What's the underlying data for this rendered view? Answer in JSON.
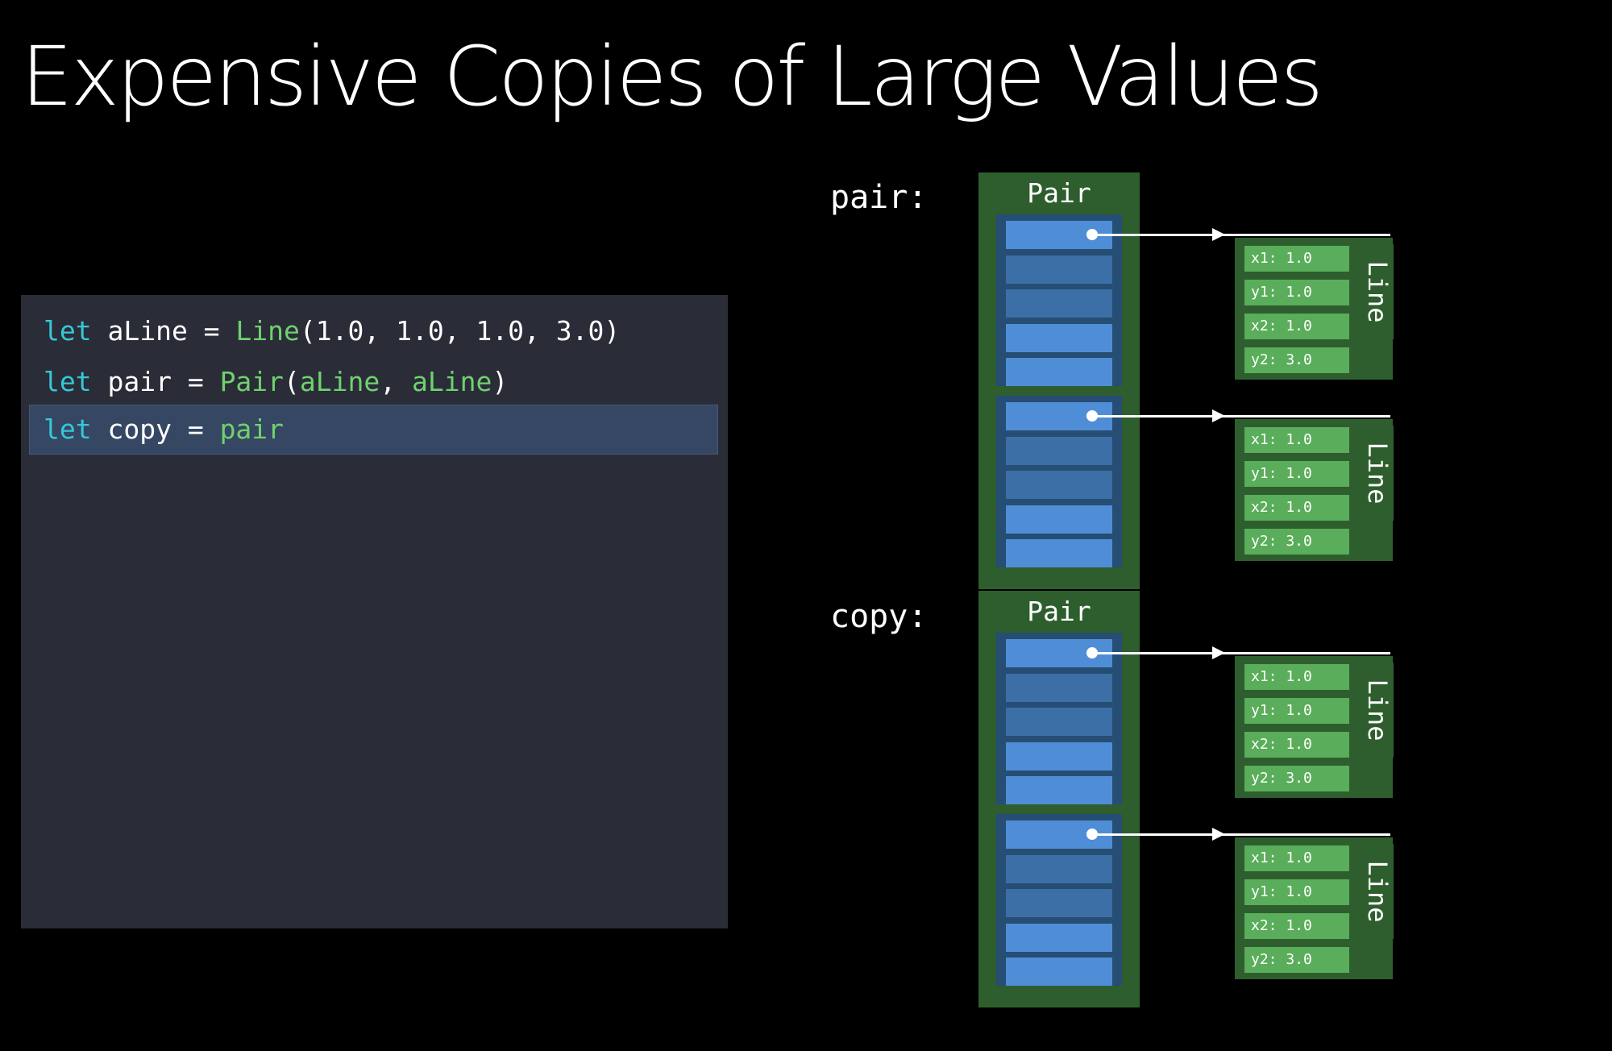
{
  "title": "Expensive Copies of Large Values",
  "code": {
    "lines": [
      {
        "kw": "let",
        "ident": " aLine = ",
        "call": "Line",
        "rest": "(1.0, 1.0, 1.0, 3.0)"
      },
      {
        "kw": "let",
        "ident": " pair = ",
        "call": "Pair",
        "open": "(",
        "arg1": "aLine",
        "sep": ", ",
        "arg2": "aLine",
        "close": ")"
      },
      {
        "kw": "let",
        "ident": " copy = ",
        "ref": "pair"
      }
    ]
  },
  "diagram": {
    "pair_label": "pair:",
    "copy_label": "copy:",
    "box_title": "Pair",
    "line_title": "Line",
    "fields": [
      "x1: 1.0",
      "y1: 1.0",
      "x2: 1.0",
      "y2: 3.0"
    ]
  },
  "colors": {
    "background": "#000000",
    "code_panel": "#2a2c38",
    "highlight": "#364763",
    "keyword": "#36c8d6",
    "type": "#6fd16f",
    "box_green": "#2e5e2e",
    "field_green": "#5aad5a",
    "slot_blue": "#4f8ed6"
  }
}
